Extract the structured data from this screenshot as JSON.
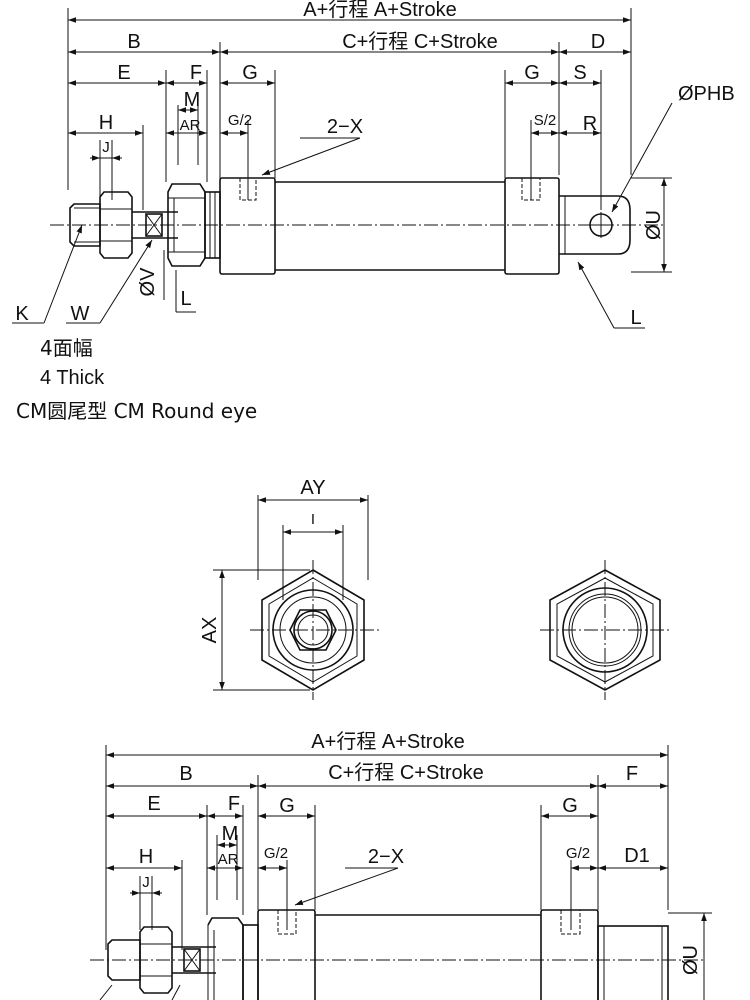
{
  "top_view": {
    "dim_overall": "A+行程  A+Stroke",
    "dim_b": "B",
    "dim_c": "C+行程  C+Stroke",
    "dim_d": "D",
    "dim_e": "E",
    "dim_f": "F",
    "dim_g_left": "G",
    "dim_g_right": "G",
    "dim_s": "S",
    "dim_m": "M",
    "dim_ar": "AR",
    "dim_g2_left": "G/2",
    "dim_s2": "S/2",
    "dim_r": "R",
    "dim_h": "H",
    "dim_j": "J",
    "port_label": "2−X",
    "pin_label": "ØPHB",
    "dim_u": "ØU",
    "dim_v": "ØV",
    "dim_l_left": "L",
    "dim_l_right": "L",
    "label_k": "K",
    "label_w": "W",
    "note_thick_cn": "4面幅",
    "note_thick_en": "4 Thick",
    "caption": "CM圆尾型 CM Round eye"
  },
  "end_view": {
    "dim_ay": "AY",
    "dim_i": "I",
    "dim_ax": "AX"
  },
  "bottom_view": {
    "dim_overall": "A+行程  A+Stroke",
    "dim_b": "B",
    "dim_c": "C+行程  C+Stroke",
    "dim_f_right": "F",
    "dim_e": "E",
    "dim_f_left": "F",
    "dim_g_left": "G",
    "dim_g_right": "G",
    "dim_m": "M",
    "dim_ar": "AR",
    "dim_g2_left": "G/2",
    "dim_g2_right": "G/2",
    "dim_d1": "D1",
    "dim_h": "H",
    "dim_j": "J",
    "port_label": "2−X",
    "dim_u": "ØU"
  }
}
